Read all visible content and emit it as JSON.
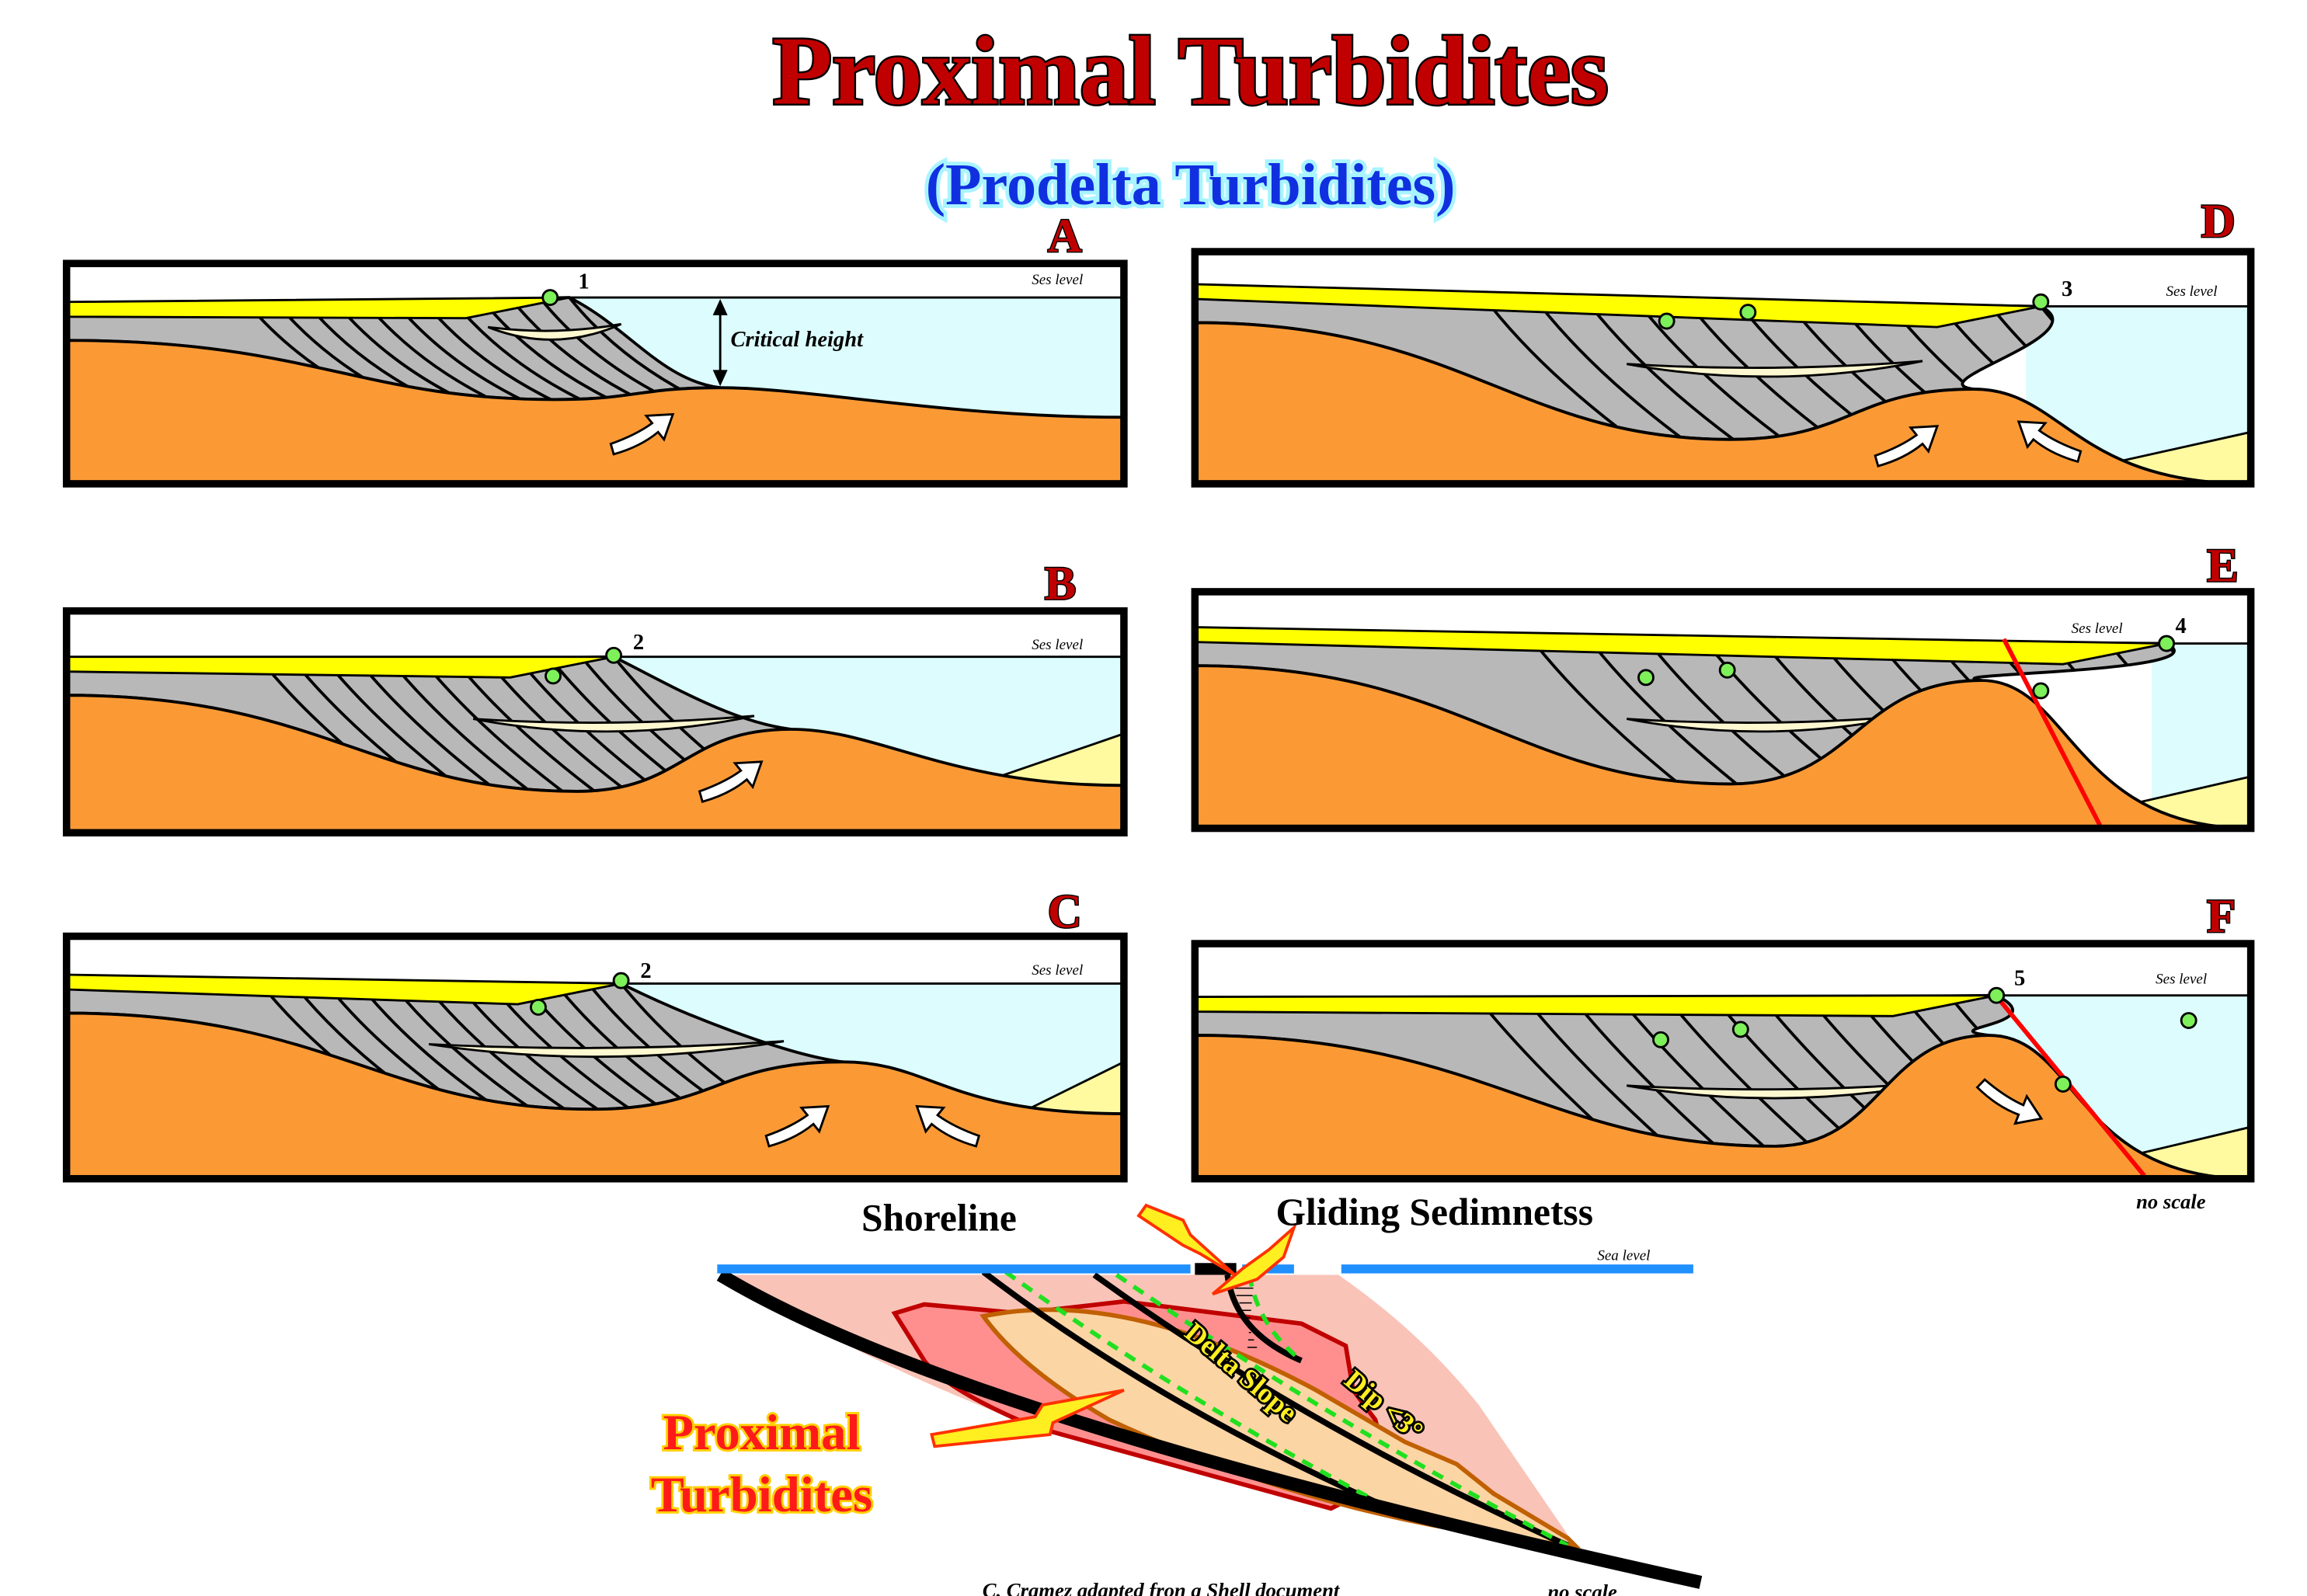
{
  "title": "Proximal Turbidites",
  "subtitle": "(Prodelta Turbidites)",
  "panels": [
    {
      "label": "A",
      "sea_label": "Ses level",
      "number": "1",
      "annotation": "Critical height"
    },
    {
      "label": "B",
      "sea_label": "Ses level",
      "number": "2"
    },
    {
      "label": "C",
      "sea_label": "Ses level",
      "number": "2"
    },
    {
      "label": "D",
      "sea_label": "Ses level",
      "number": "3"
    },
    {
      "label": "E",
      "sea_label": "Ses level",
      "number": "4"
    },
    {
      "label": "F",
      "sea_label": "Ses level",
      "number": "5"
    }
  ],
  "panels_scale_note": "no scale",
  "bottom": {
    "shoreline": "Shoreline",
    "gliding": "Gliding Sedimnetss",
    "sea_level": "Sea level",
    "proximal_line1": "Proximal",
    "proximal_line2": "Turbidites",
    "delta_slope": "Delta Slope",
    "dip": "Dip <3°",
    "credit": "C. Cramez adapted fron a Shell document",
    "scale_note": "no scale"
  },
  "colors": {
    "basement": "#fb9a35",
    "shale": "#b8b8b8",
    "sand": "#ffff00",
    "water": "#dcfcfd",
    "lens": "#fdf8d0",
    "point": "#7ef05a",
    "fault": "#ff0000",
    "sea_line": "#2090ff"
  }
}
